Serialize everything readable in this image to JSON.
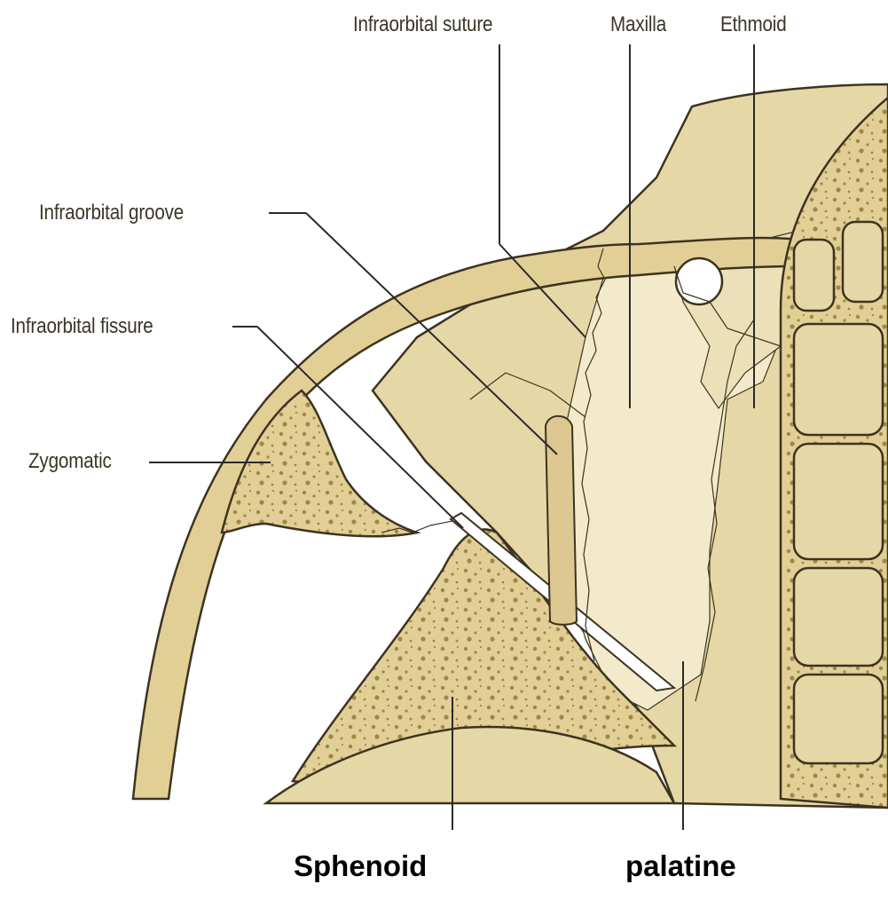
{
  "labels": {
    "infraorbital_suture": "Infraorbital suture",
    "maxilla": "Maxilla",
    "ethmoid": "Ethmoid",
    "infraorbital_groove": "Infraorbital groove",
    "infraorbital_fissure": "Infraorbital fissure",
    "zygomatic": "Zygomatic",
    "sphenoid": "Sphenoid",
    "palatine": "palatine"
  },
  "colors": {
    "bone": "#e6d7a6",
    "bone_light": "#f3eacb",
    "bone_dark": "#c9b47a",
    "marrow": "#9e8748",
    "outline": "#3d3320",
    "background": "#ffffff"
  }
}
